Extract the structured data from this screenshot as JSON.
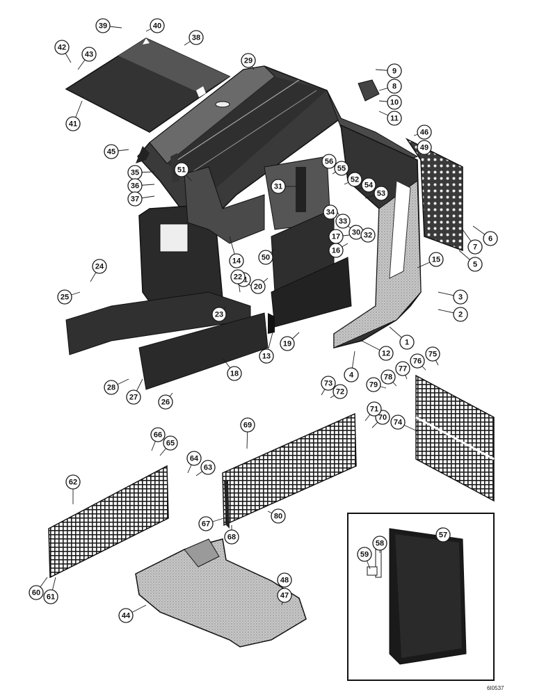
{
  "diagram": {
    "reference_code": "6I0537",
    "callouts": [
      "1",
      "2",
      "3",
      "4",
      "5",
      "6",
      "7",
      "8",
      "9",
      "10",
      "11",
      "12",
      "13",
      "14",
      "15",
      "16",
      "17",
      "18",
      "19",
      "20",
      "21",
      "22",
      "23",
      "24",
      "25",
      "26",
      "27",
      "28",
      "29",
      "30",
      "31",
      "32",
      "33",
      "34",
      "35",
      "36",
      "37",
      "38",
      "39",
      "40",
      "41",
      "42",
      "43",
      "44",
      "45",
      "46",
      "47",
      "48",
      "49",
      "50",
      "51",
      "52",
      "53",
      "54",
      "55",
      "56",
      "57",
      "58",
      "59",
      "60",
      "61",
      "62",
      "63",
      "64",
      "65",
      "66",
      "67",
      "68",
      "69",
      "70",
      "71",
      "72",
      "73",
      "74",
      "75",
      "76",
      "77",
      "78",
      "79",
      "80"
    ]
  },
  "colors": {
    "ink": "#1a1a1a",
    "dark_panel": "#2b2b2b",
    "mid_panel": "#5a5a5a",
    "light_panel": "#bdbdbd",
    "paper": "#ffffff"
  }
}
